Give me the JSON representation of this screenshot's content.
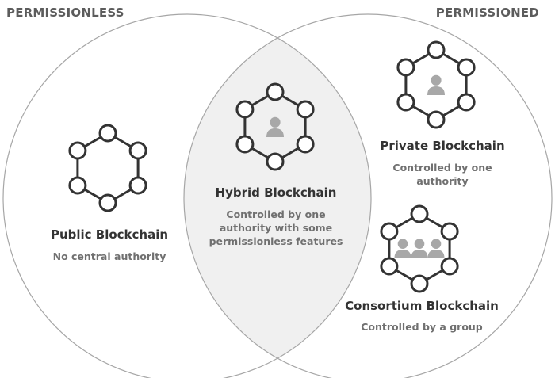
{
  "labels": {
    "left_region": "PERMISSIONLESS",
    "right_region": "PERMISSIONED"
  },
  "nodes": {
    "public": {
      "title": "Public Blockchain",
      "subtitle": "No central authority",
      "icon": "hexagon-network-icon"
    },
    "hybrid": {
      "title": "Hybrid Blockchain",
      "subtitle_lines": [
        "Controlled by one",
        "authority with some",
        "permissionless features"
      ],
      "icon": "hexagon-network-single-user-icon"
    },
    "private": {
      "title": "Private Blockchain",
      "subtitle_lines": [
        "Controlled by one",
        "authority"
      ],
      "icon": "hexagon-network-single-user-icon"
    },
    "consortium": {
      "title": "Consortium Blockchain",
      "subtitle": "Controlled by a group",
      "icon": "hexagon-network-group-icon"
    }
  },
  "colors": {
    "circle_stroke": "#a6a6a6",
    "overlap_fill": "#f0f0f0",
    "network_stroke": "#333333",
    "user_fill": "#a8a8a8",
    "title_text": "#333333",
    "subtitle_text": "#707070",
    "region_label_text": "#5c5c5c"
  }
}
